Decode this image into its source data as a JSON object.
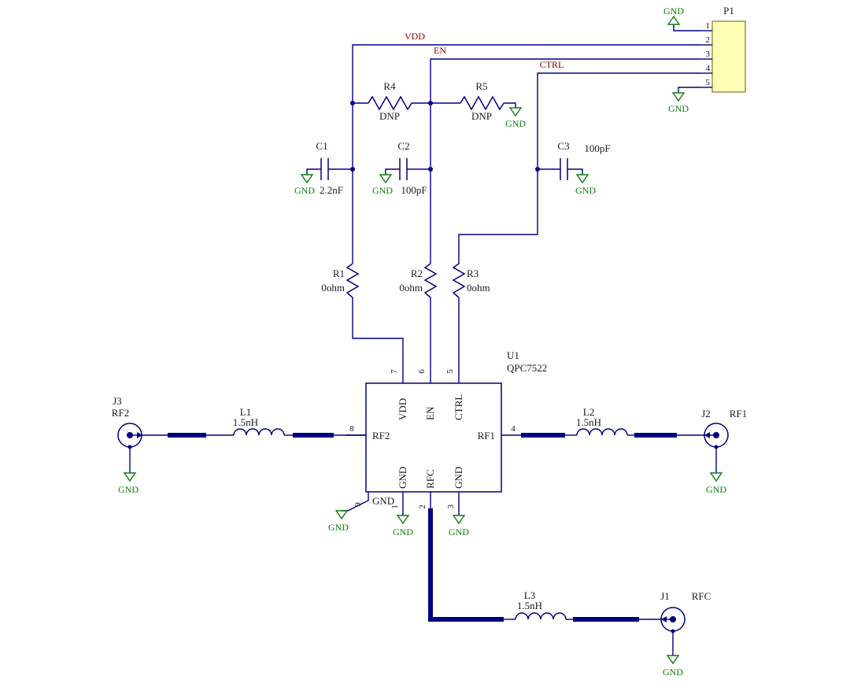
{
  "gnd": "GND",
  "nets": {
    "vdd": "VDD",
    "en": "EN",
    "ctrl": "CTRL"
  },
  "p1": {
    "ref": "P1",
    "pins": [
      "1",
      "2",
      "3",
      "4",
      "5"
    ]
  },
  "resistors": {
    "r1": {
      "ref": "R1",
      "value": "0ohm"
    },
    "r2": {
      "ref": "R2",
      "value": "0ohm"
    },
    "r3": {
      "ref": "R3",
      "value": "0ohm"
    },
    "r4": {
      "ref": "R4",
      "value": "DNP"
    },
    "r5": {
      "ref": "R5",
      "value": "DNP"
    }
  },
  "capacitors": {
    "c1": {
      "ref": "C1",
      "value": "2.2nF"
    },
    "c2": {
      "ref": "C2",
      "value": "100pF"
    },
    "c3": {
      "ref": "C3",
      "value": "100pF"
    }
  },
  "inductors": {
    "l1": {
      "ref": "L1",
      "value": "1.5nH"
    },
    "l2": {
      "ref": "L2",
      "value": "1.5nH"
    },
    "l3": {
      "ref": "L3",
      "value": "1.5nH"
    }
  },
  "u1": {
    "ref": "U1",
    "part": "QPC7522",
    "pins": {
      "p1": {
        "num": "1",
        "name": "GND"
      },
      "p2": {
        "num": "2",
        "name": "RFC"
      },
      "p3": {
        "num": "3",
        "name": "GND"
      },
      "p4": {
        "num": "4",
        "name": "RF1"
      },
      "p5": {
        "num": "5",
        "name": "CTRL"
      },
      "p6": {
        "num": "6",
        "name": "EN"
      },
      "p7": {
        "num": "7",
        "name": "VDD"
      },
      "p8": {
        "num": "8",
        "name": "RF2"
      },
      "p9": {
        "num": "9",
        "name": "GND"
      }
    }
  },
  "connectors": {
    "j1": {
      "ref": "J1",
      "name": "RFC"
    },
    "j2": {
      "ref": "J2",
      "name": "RF1"
    },
    "j3": {
      "ref": "J3",
      "name": "RF2"
    }
  },
  "colors": {
    "wire": "#000080",
    "ground": "#0f7d0f",
    "net_label": "#8B0000",
    "connector_fill": "#FFFFB3",
    "text": "#1a1a28"
  }
}
